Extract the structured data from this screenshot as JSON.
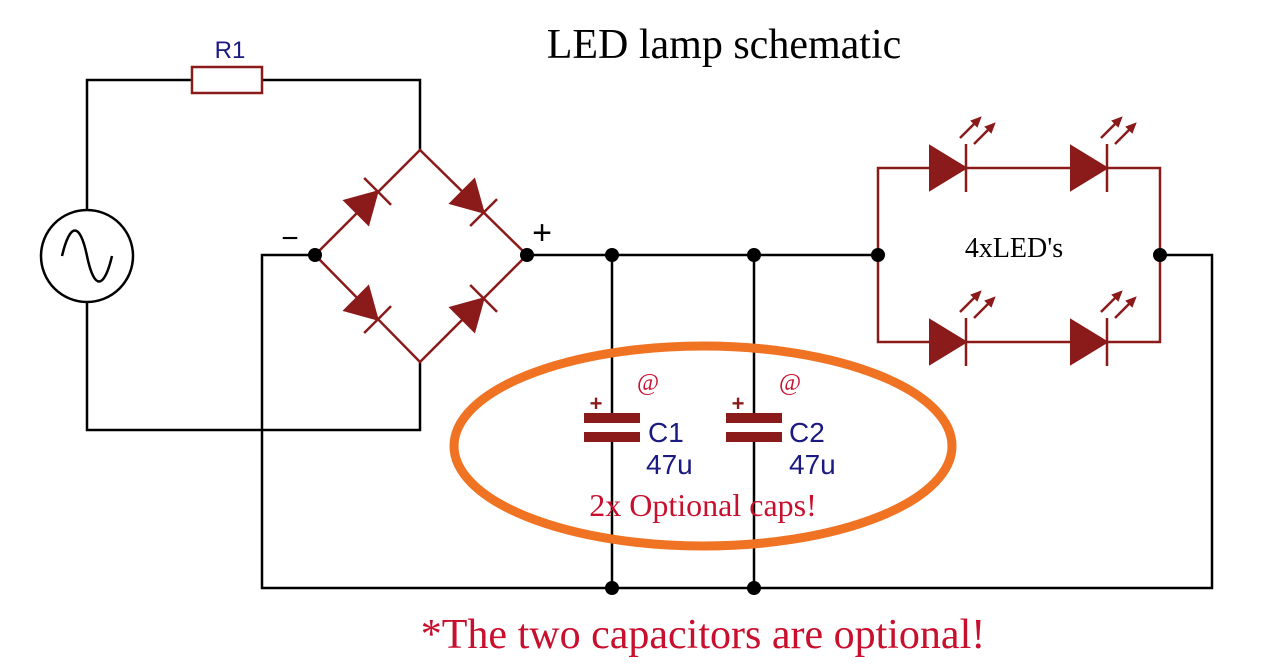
{
  "title": "LED lamp schematic",
  "resistor": {
    "ref": "R1"
  },
  "bridge": {
    "minus": "−",
    "plus": "+"
  },
  "led_array": {
    "label": "4xLED's"
  },
  "capacitors": [
    {
      "ref": "C1",
      "value": "47u",
      "attr": "@",
      "pol": "+"
    },
    {
      "ref": "C2",
      "value": "47u",
      "attr": "@",
      "pol": "+"
    }
  ],
  "highlight": {
    "label": "2x Optional caps!",
    "color": "#ef7322"
  },
  "footnote": "*The two capacitors are optional!",
  "colors": {
    "wire": "#000000",
    "component": "#8b1a1a",
    "ref_text": "#1a1a80",
    "note_text": "#c8102e"
  }
}
